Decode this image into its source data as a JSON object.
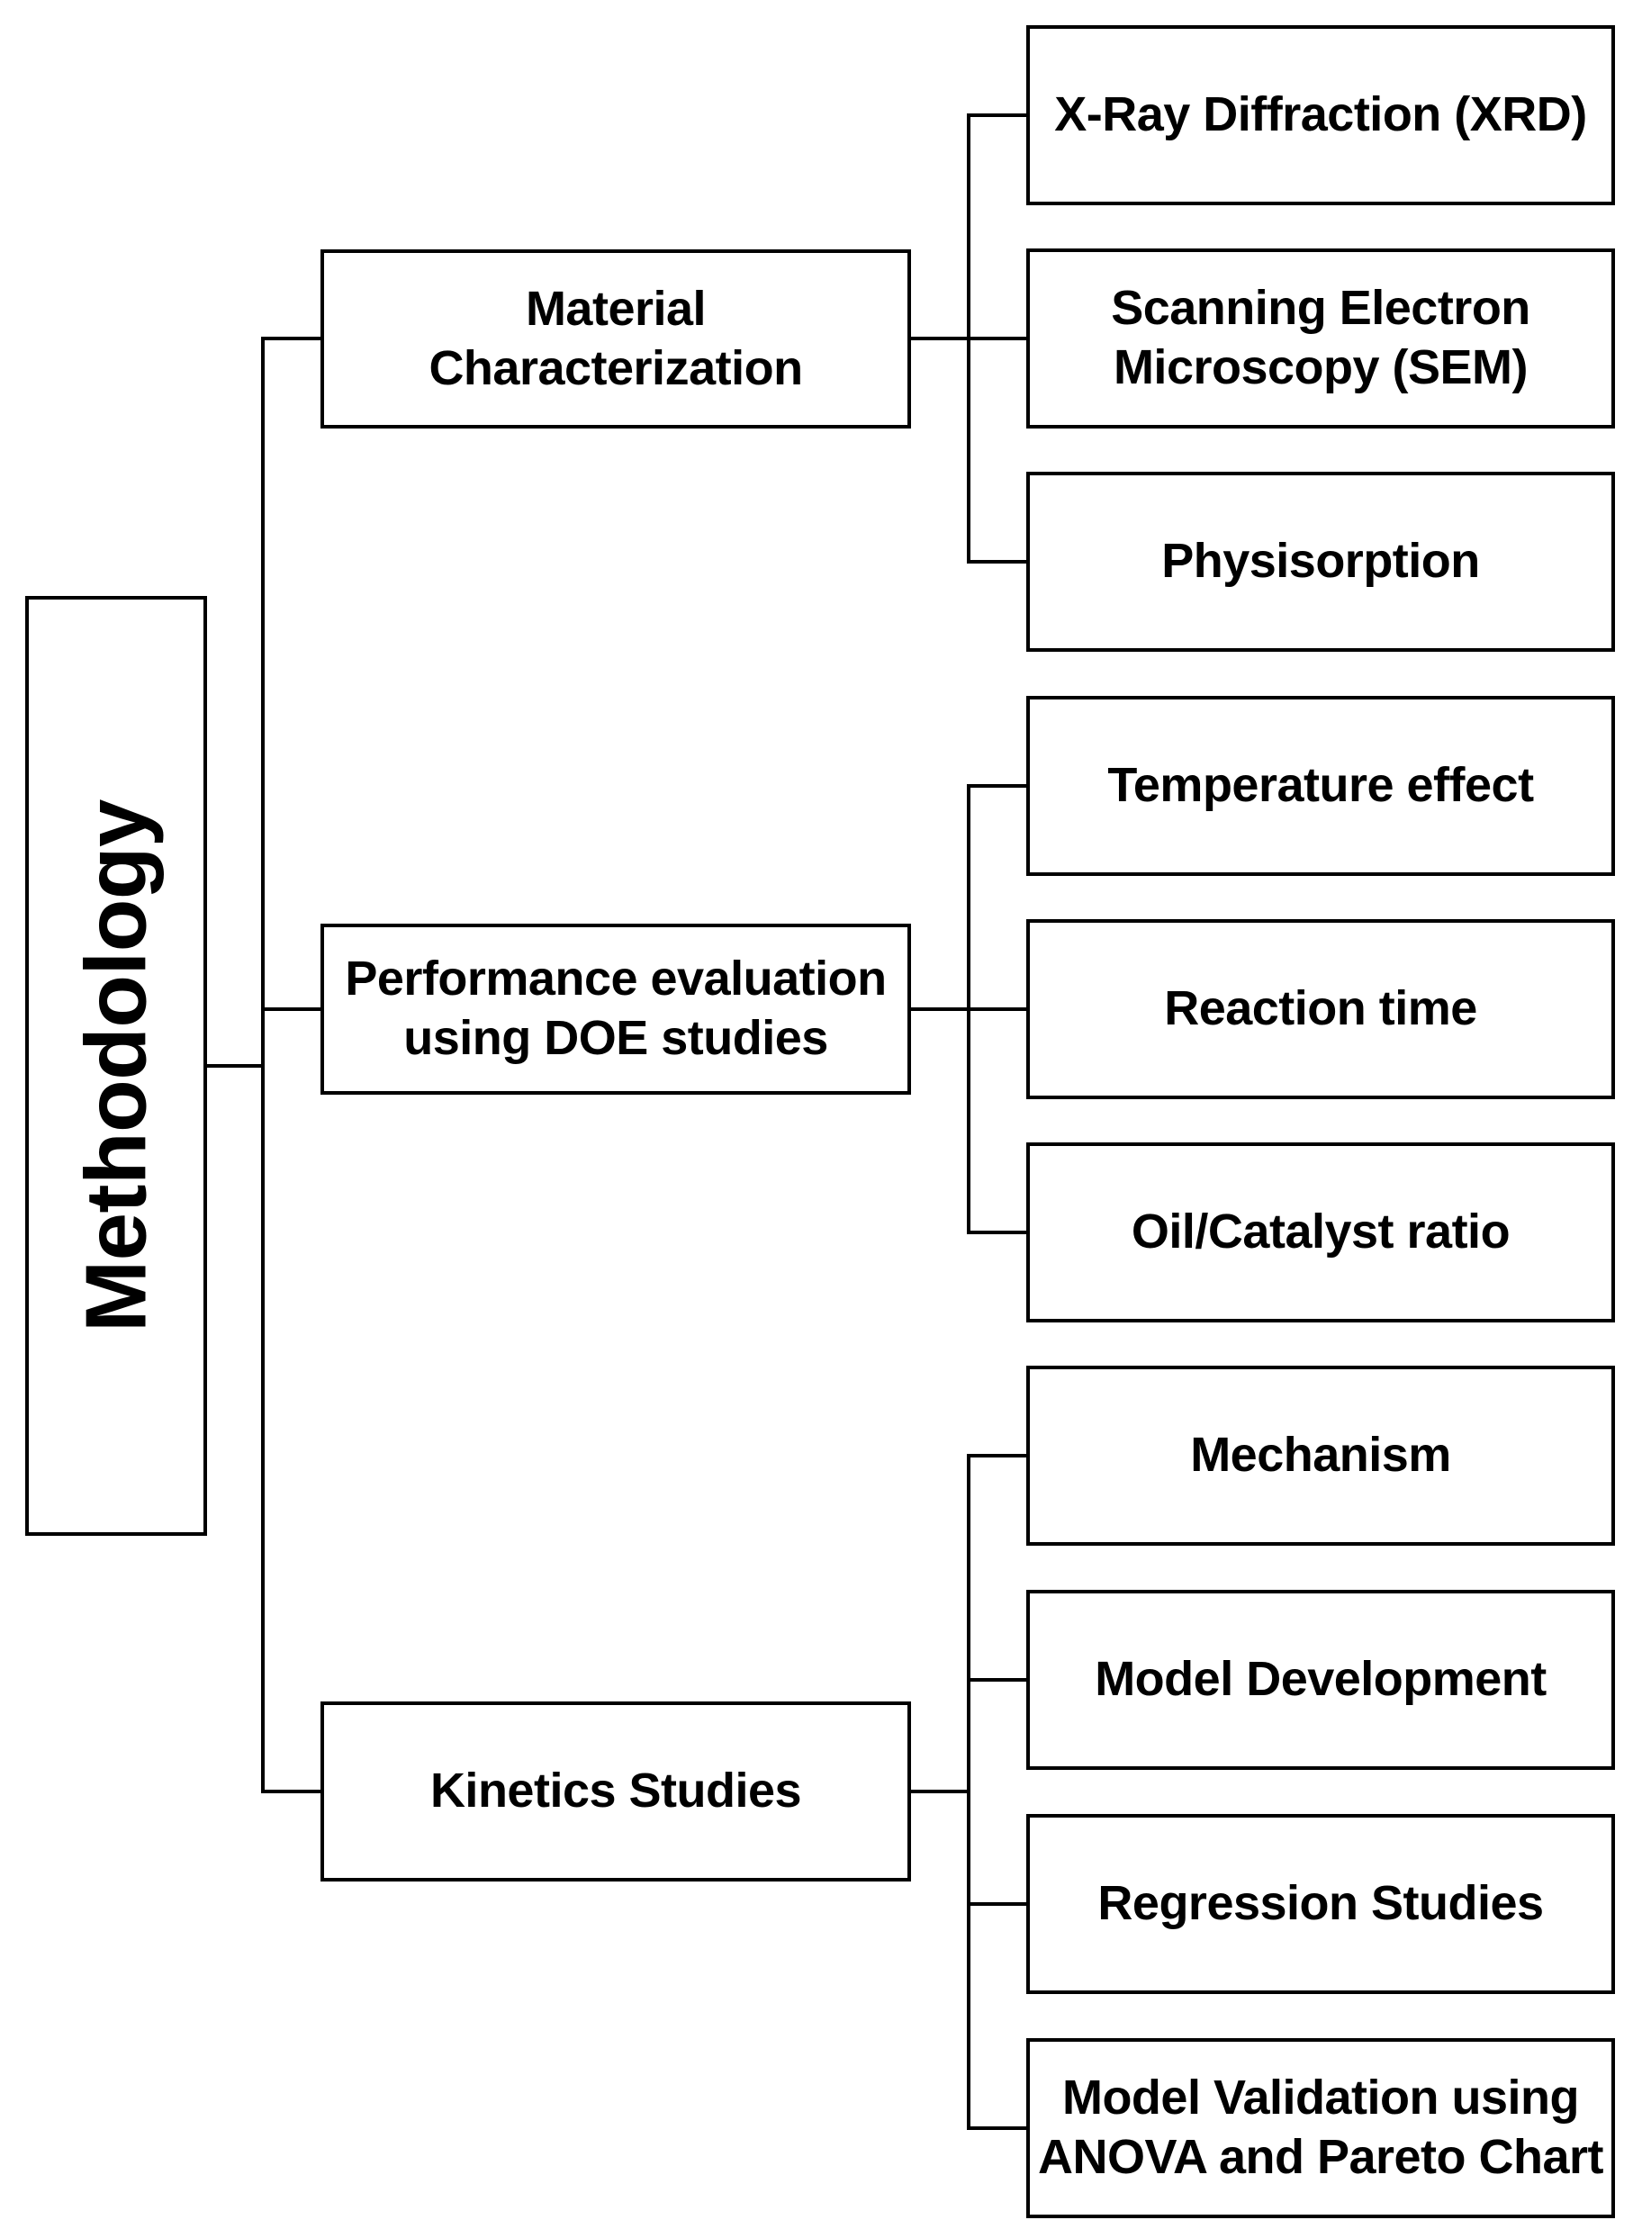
{
  "root": {
    "label": "Methodology"
  },
  "branches": [
    {
      "label": "Material\nCharacterization",
      "children": [
        "X-Ray Diffraction (XRD)",
        "Scanning Electron\nMicroscopy (SEM)",
        "Physisorption"
      ]
    },
    {
      "label": "Performance evaluation\nusing DOE studies",
      "children": [
        "Temperature effect",
        "Reaction time",
        "Oil/Catalyst ratio"
      ]
    },
    {
      "label": "Kinetics Studies",
      "children": [
        "Mechanism",
        "Model Development",
        "Regression Studies",
        "Model Validation using\nANOVA and Pareto Chart"
      ]
    }
  ]
}
